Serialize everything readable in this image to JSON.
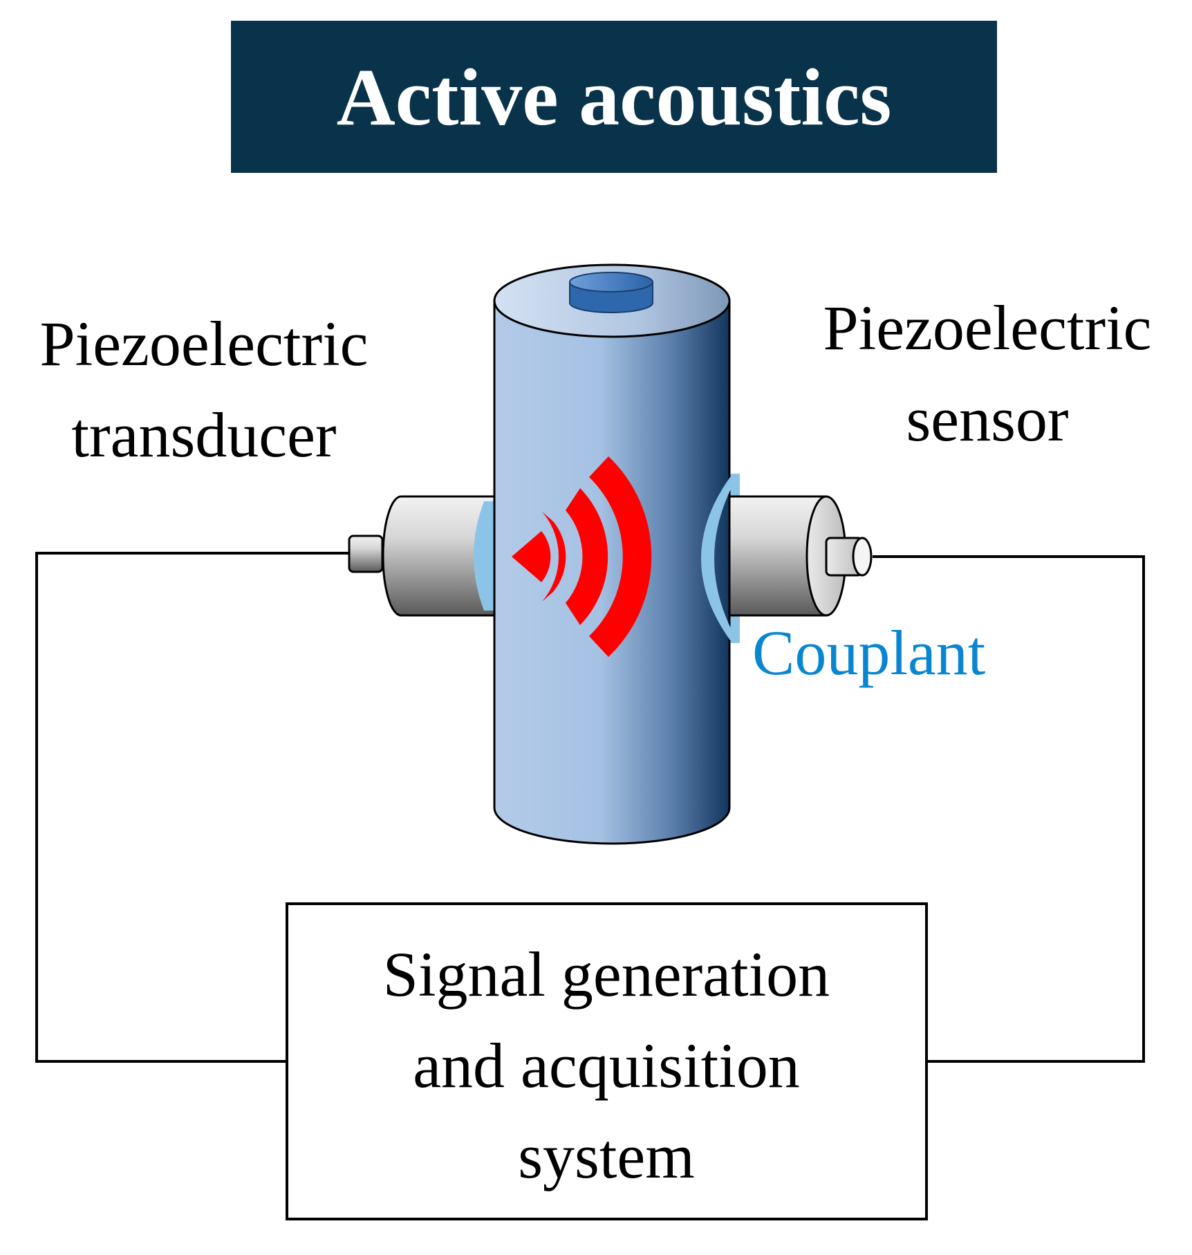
{
  "title": "Active acoustics",
  "labels": {
    "transducer_line1": "Piezoelectric",
    "transducer_line2": "transducer",
    "sensor_line1": "Piezoelectric",
    "sensor_line2": "sensor",
    "couplant": "Couplant",
    "system_line1": "Signal generation",
    "system_line2": "and acquisition",
    "system_line3": "system"
  },
  "colors": {
    "title_bg": "#08334a",
    "title_text": "#ffffff",
    "wave": "#ff0000",
    "couplant": "#8cc4e8",
    "couplant_text": "#0a86d0",
    "cylinder_light": "#b3cbe8",
    "cylinder_dark": "#13365e",
    "cap": "#3f7bc4",
    "line": "#000000"
  },
  "icons": {
    "waves": "sound-waves-icon"
  }
}
